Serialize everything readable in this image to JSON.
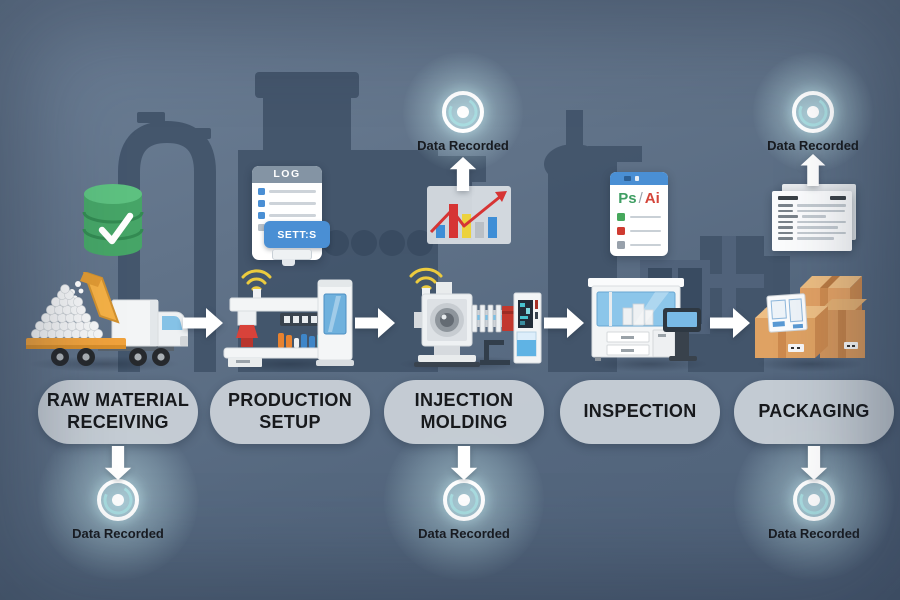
{
  "process": {
    "stages": [
      {
        "label": "RAW MATERIAL RECEIVING"
      },
      {
        "label": "PRODUCTION SETUP"
      },
      {
        "label": "INJECTION MOLDING"
      },
      {
        "label": "INSPECTION"
      },
      {
        "label": "PACKAGING"
      }
    ]
  },
  "markers": {
    "label": "Data Recorded"
  },
  "log_card": {
    "title": "LOG",
    "button_label": "SETT:S"
  },
  "design_card": {
    "ps": "Ps",
    "separator": "/",
    "ai": "Ai"
  },
  "icons": {
    "database": "database-check-icon",
    "log_card": "log-document-icon",
    "chart": "trend-chart-icon",
    "design_card": "ps-ai-document-icon",
    "report": "report-sheets-icon",
    "marker": "data-recorded-icon",
    "wifi": "wifi-signal-icon",
    "flow_arrow": "flow-arrow-icon",
    "up_arrow": "up-arrow-icon",
    "down_arrow": "down-arrow-icon"
  },
  "colors": {
    "background_top": "#6d8097",
    "background_bottom": "#4e6078",
    "silhouette": "#42546a",
    "pill_background": "#c7ced6",
    "pill_text": "#17191c",
    "marker_glow": "#bfe9ee",
    "arrow_white": "#ffffff",
    "wifi_yellow": "#eccb3e",
    "database_green": "#46a567",
    "accent_blue": "#4a8fd4",
    "chart_red": "#d63434",
    "chart_yellow": "#ecd23e",
    "chart_blue": "#3e8ed6",
    "box_tan": "#dfa263"
  }
}
